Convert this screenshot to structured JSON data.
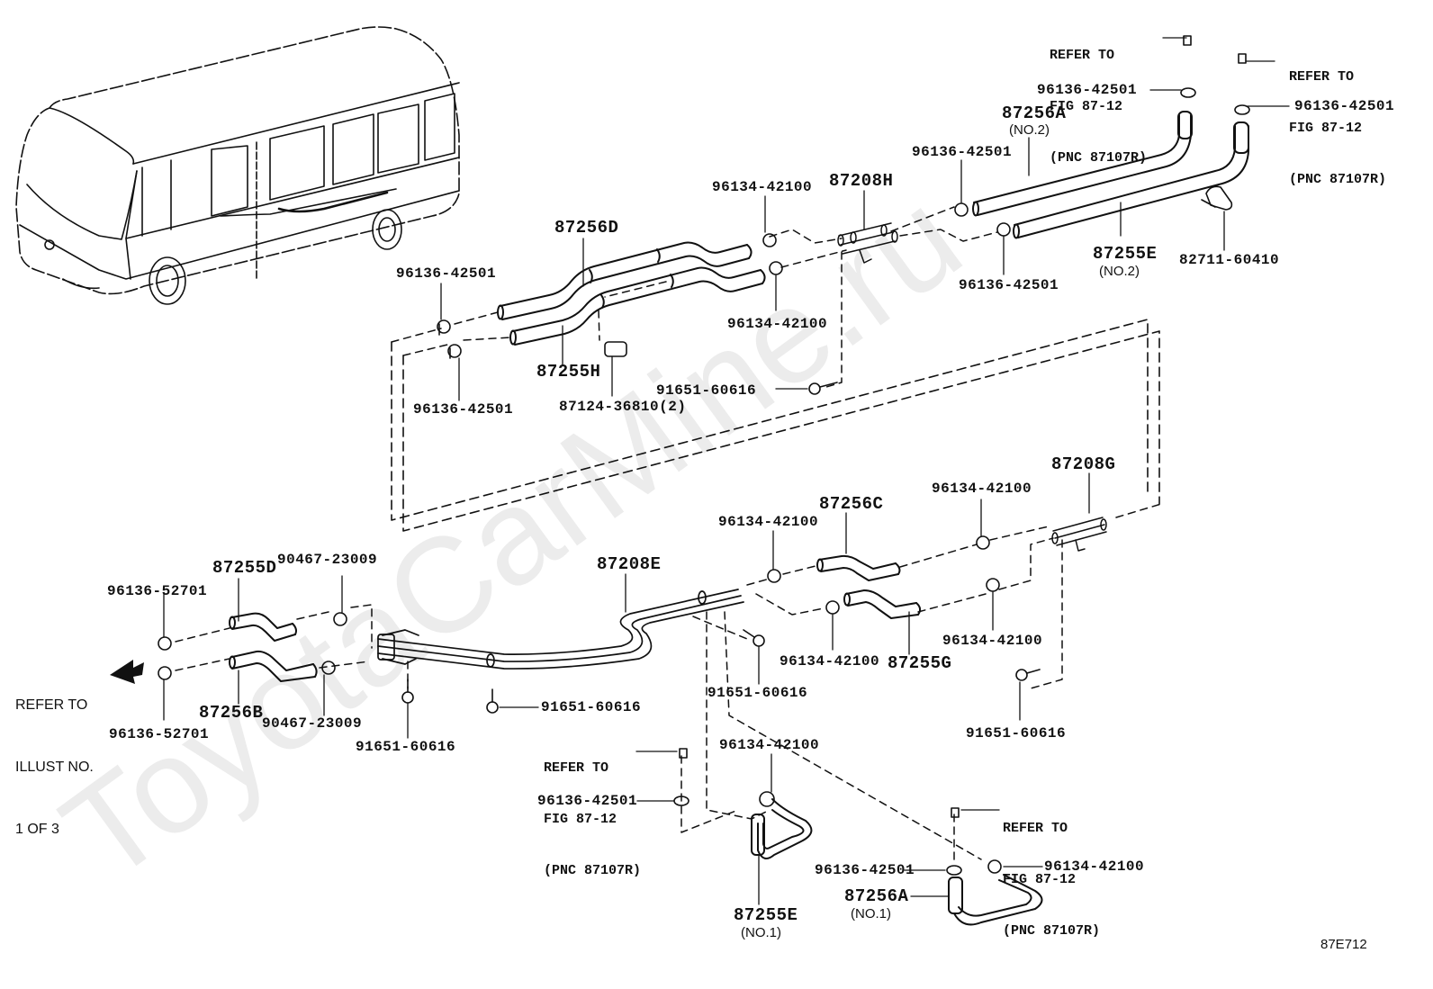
{
  "watermark": {
    "text": "ToyotaCarMine.ru",
    "color": "#ececec"
  },
  "figure_code": "87E712",
  "line_color": "#111111",
  "vehicle": {
    "icon": "bus-outline-icon"
  },
  "refer_fig": {
    "line1": "REFER TO",
    "line2": "FIG 87-12",
    "line3": "(PNC 87107R)"
  },
  "refer_illust": {
    "line1": "REFER TO",
    "line2": "ILLUST NO.",
    "line3": "1 OF 3",
    "arrow_icon": "arrow-left-icon"
  },
  "parts": {
    "p87256A_no2": {
      "number": "87256A",
      "note": "(NO.2)"
    },
    "p87255E_no2": {
      "number": "87255E",
      "note": "(NO.2)"
    },
    "p87256A_no1": {
      "number": "87256A",
      "note": "(NO.1)"
    },
    "p87255E_no1": {
      "number": "87255E",
      "note": "(NO.1)"
    },
    "p87256D": "87256D",
    "p87255H": "87255H",
    "p87208H": "87208H",
    "p87208G": "87208G",
    "p87208E": "87208E",
    "p87256C": "87256C",
    "p87255G": "87255G",
    "p87255D": "87255D",
    "p87256B": "87256B",
    "p82711": "82711-60410",
    "p87124": "87124-36810(2)",
    "clamp_96136_42501": "96136-42501",
    "clamp_96134_42100": "96134-42100",
    "clamp_96136_52701": "96136-52701",
    "clip_90467_23009": "90467-23009",
    "bolt_91651_60616": "91651-60616"
  }
}
